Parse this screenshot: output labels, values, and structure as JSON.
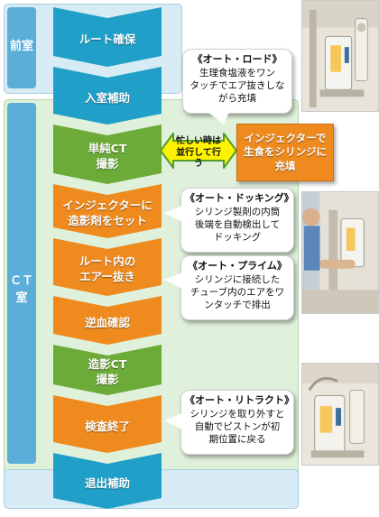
{
  "rooms": [
    {
      "label": "前室"
    },
    {
      "label": "ＣＴ室"
    }
  ],
  "steps": [
    {
      "label": "ルート確保",
      "color": "#20a0c8"
    },
    {
      "label": "入室補助",
      "color": "#20a0c8"
    },
    {
      "label": "単純CT\n撮影",
      "color": "#6cab38"
    },
    {
      "label": "インジェクターに\n造影剤をセット",
      "color": "#ee8a1e"
    },
    {
      "label": "ルート内の\nエアー抜き",
      "color": "#ee8a1e"
    },
    {
      "label": "逆血確認",
      "color": "#ee8a1e"
    },
    {
      "label": "造影CT\n撮影",
      "color": "#6cab38"
    },
    {
      "label": "検査終了",
      "color": "#ee8a1e"
    },
    {
      "label": "退出補助",
      "color": "#20a0c8"
    }
  ],
  "parallel": {
    "arrow_label": "忙しい時は\n並行して行う",
    "box_label": "インジェクターで\n生食をシリンジに\n充填"
  },
  "callouts": [
    {
      "title": "《オート・ロード》",
      "body": "生理食塩液をワン\nタッチでエア抜きしな\nがら充填"
    },
    {
      "title": "《オート・ドッキング》",
      "body": "シリンジ製剤の内筒\n後端を自動検出して\nドッキング"
    },
    {
      "title": "《オート・プライム》",
      "body": "シリンジに接続した\nチューブ内のエアをワ\nンタッチで排出"
    },
    {
      "title": "《オート・リトラクト》",
      "body": "シリンジを取り外すと\n自動でピストンが初\n期位置に戻る"
    }
  ],
  "colors": {
    "blue_step": "#20a0c8",
    "green_step": "#6cab38",
    "orange_step": "#ee8a1e",
    "room_front": "#dcefd8",
    "room_ct": "#dcefd8",
    "room_tab": "#6fb8dc",
    "arrow_yellow": "#fff200"
  }
}
